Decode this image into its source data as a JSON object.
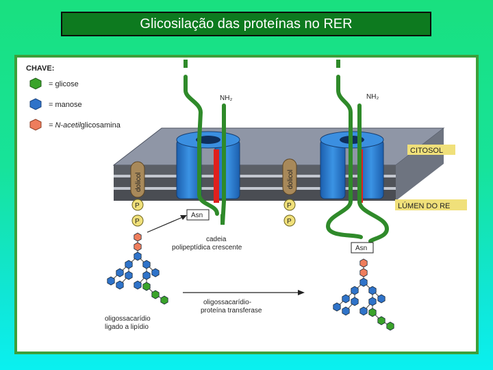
{
  "title": "Glicosilação das proteínas no RER",
  "key": {
    "heading": "CHAVE:",
    "items": [
      {
        "label": "= glicose",
        "color": "#3aa32a"
      },
      {
        "label": "= manose",
        "color": "#2f73c9"
      },
      {
        "label_italic": "= N-acetil",
        "label_rest": "glicosamina",
        "color": "#ee7d5c"
      }
    ]
  },
  "labels": {
    "nh2_left": "NH₂",
    "nh2_right": "NH₂",
    "citosol": "CITOSOL",
    "lumen": "LÚMEN DO RE",
    "dolicol": "dolicol",
    "phosphate": "P",
    "asn": "Asn",
    "cadeia_line1": "cadeia",
    "cadeia_line2": "polipeptídica crescente",
    "transferase_line1": "oligossacarídio-",
    "transferase_line2": "proteína transferase",
    "lipid_line1": "oligossacarídio",
    "lipid_line2": "ligado a lipídio"
  },
  "colors": {
    "glicose": "#3aa32a",
    "manose": "#2f73c9",
    "nacetil": "#ee7d5c",
    "membrane": "#55585e",
    "membrane_top": "#8f96a6",
    "channel": "#2f7fd0",
    "chain": "#2f8a2a",
    "highlight": "#f0e07a"
  }
}
